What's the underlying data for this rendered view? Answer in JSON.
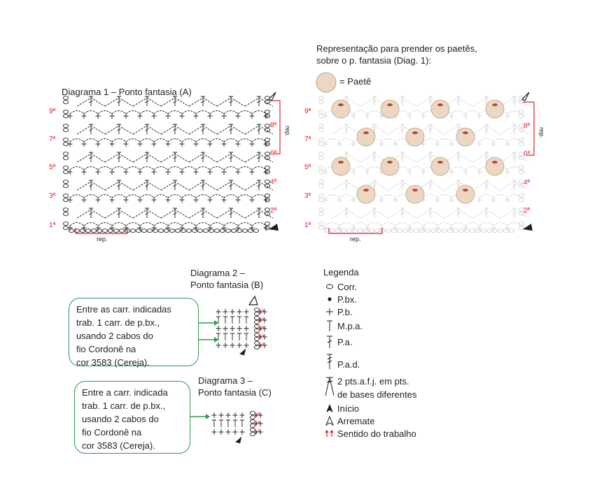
{
  "diagram1": {
    "title": "Diagrama 1 – Ponto fantasia (A)",
    "row_labels": [
      "9ª",
      "7ª",
      "5ª",
      "3ª",
      "1ª"
    ],
    "right_row_labels": [
      "8ª",
      "6ª",
      "4ª",
      "2ª"
    ],
    "rep_bottom": "rep.",
    "rep_side": "rep."
  },
  "representation": {
    "title_line1": "Representação para prender os paetês,",
    "title_line2": "sobre o p. fantasia (Diag. 1):",
    "key_label": "= Paetê",
    "row_labels": [
      "9ª",
      "7ª",
      "5ª",
      "3ª",
      "1ª"
    ],
    "right_row_labels": [
      "8ª",
      "6ª",
      "4ª",
      "2ª"
    ],
    "rep_bottom": "rep.",
    "rep_side": "rep."
  },
  "diagram2": {
    "title_line1": "Diagrama 2 –",
    "title_line2": "Ponto fantasia (B)",
    "row_labels": [
      "5ª",
      "4ª",
      "3ª",
      "2ª",
      "1ª"
    ],
    "note_lines": [
      "Entre as carr. indicadas",
      "trab. 1 carr. de p.bx.,",
      "usando 2 cabos do",
      "fio Cordonê na",
      "cor 3583 (Cereja)."
    ]
  },
  "diagram3": {
    "title_line1": "Diagrama 3 –",
    "title_line2": "Ponto fantasia (C)",
    "row_labels": [
      "3ª",
      "2ª",
      "1ª"
    ],
    "note_lines": [
      "Entre a carr. indicada",
      "trab. 1 carr. de p.bx.,",
      "usando 2 cabos do",
      "fio Cordonê na",
      "cor 3583 (Cereja)."
    ]
  },
  "legend": {
    "title": "Legenda",
    "items": [
      {
        "icon": "chain-icon",
        "label": "Corr."
      },
      {
        "icon": "slip-stitch-icon",
        "label": "P.bx."
      },
      {
        "icon": "single-crochet-icon",
        "label": "P.b."
      },
      {
        "icon": "half-double-crochet-icon",
        "label": "M.p.a."
      },
      {
        "icon": "double-crochet-icon",
        "label": "P.a."
      },
      {
        "icon": "treble-crochet-icon",
        "label": "P.a.d."
      },
      {
        "icon": "decrease-icon",
        "label": "2 pts.a.f.j. em pts."
      },
      {
        "icon": "",
        "label": "de bases diferentes"
      },
      {
        "icon": "start-arrow-icon",
        "label": "Início"
      },
      {
        "icon": "end-arrow-icon",
        "label": "Arremate"
      },
      {
        "icon": "direction-arrows-icon",
        "label": "Sentido do trabalho"
      }
    ]
  },
  "colors": {
    "red": "#e0202a",
    "green": "#2e9a52",
    "sequin": "#ecd8c2",
    "sequin_border": "#b9a28a",
    "sequin_hole": "#b9473a",
    "diagram_ink": "#1f1f1f",
    "faded_ink": "#9a9a9a"
  }
}
